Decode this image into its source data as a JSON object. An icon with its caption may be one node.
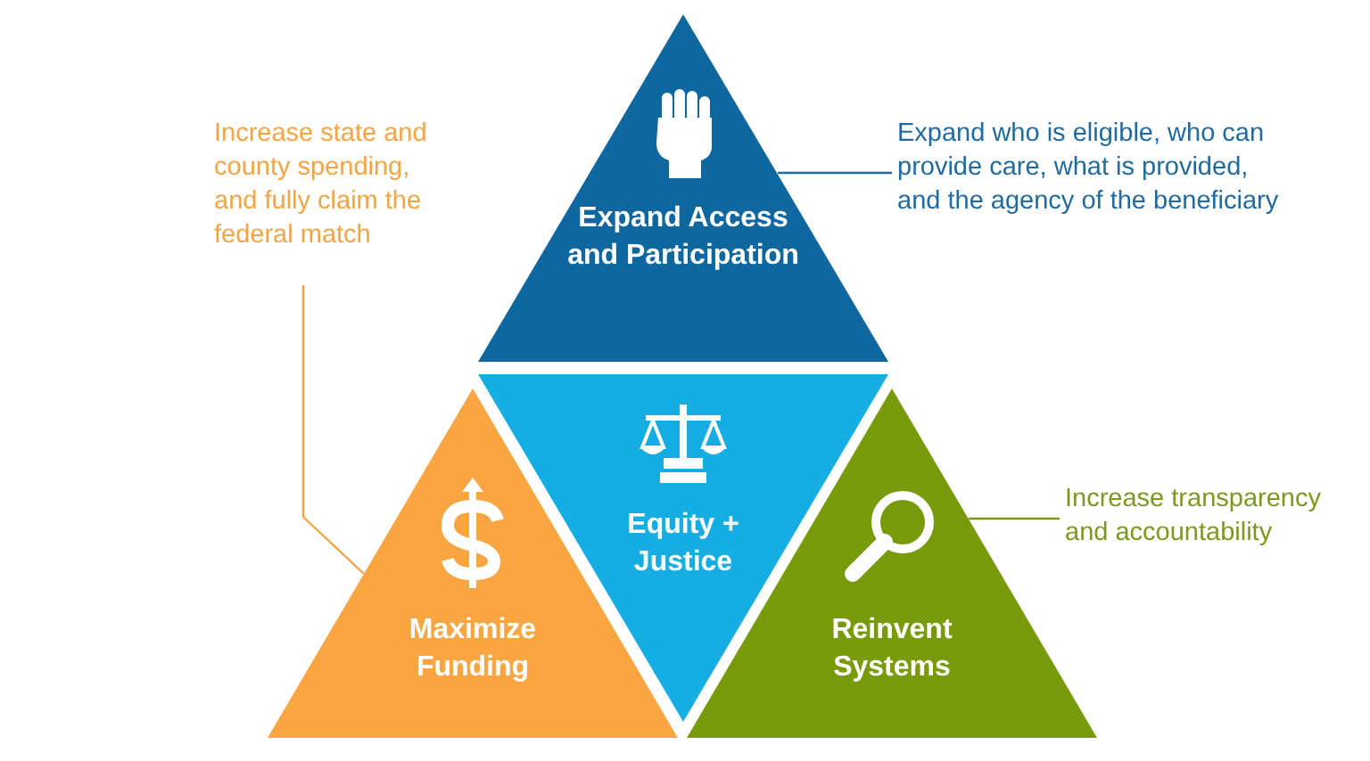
{
  "diagram": {
    "nodes": [
      {
        "text": [
          "Increase state and county spending, and fully claim the federal match"
        ]
      },
      {
        "text": [
          "Expand Access and Participation"
        ]
      },
      {
        "text": [
          "Expand who is eligible, who can provide care, what is provided, and the agency of the beneficiary"
        ]
      },
      {
        "text": [
          "Maximize Funding"
        ]
      },
      {
        "text": [
          "Equity + Justice"
        ]
      },
      {
        "text": [
          "Increase transparency and accountability"
        ]
      },
      {
        "text": [
          "Reinvent Systems"
        ]
      }
    ],
    "edges": [
      {
        "from": 0,
        "to": 3,
        "arrow": "none",
        "color": "#f5a444"
      },
      {
        "from": 2,
        "to": 1,
        "arrow": "none",
        "color": "#1f6aa0"
      },
      {
        "from": 5,
        "to": 6,
        "arrow": "none",
        "color": "#7a9a1a"
      }
    ]
  }
}
